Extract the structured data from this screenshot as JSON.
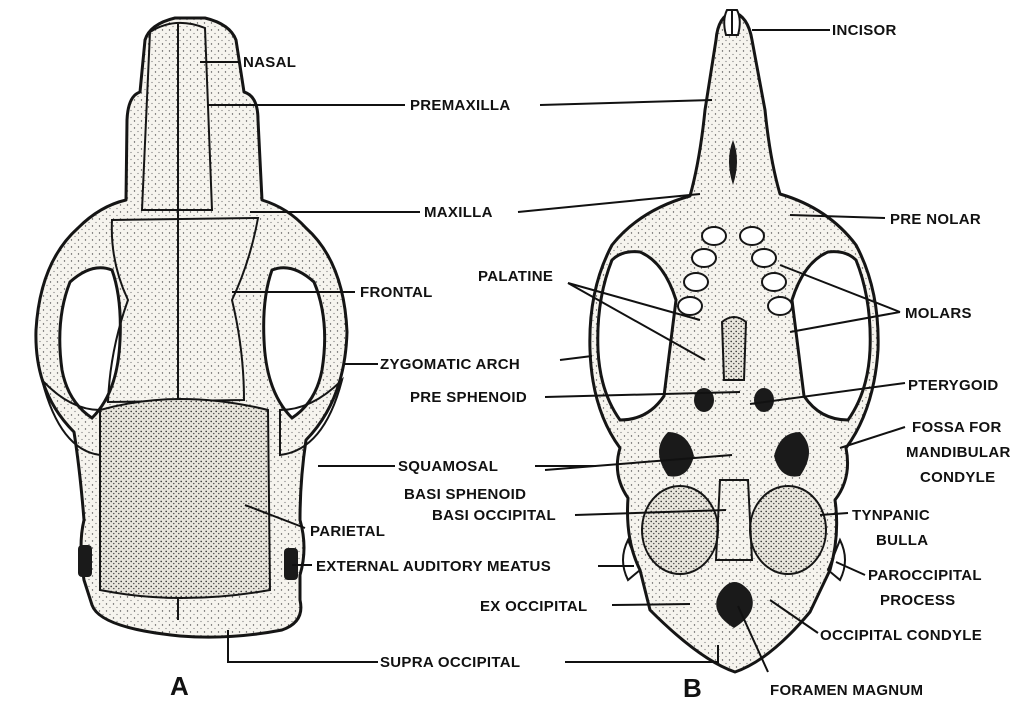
{
  "figure": {
    "panel_a": "A",
    "panel_b": "B",
    "labels": {
      "nasal": "NASAL",
      "premaxilla": "PREMAXILLA",
      "incisor": "INCISOR",
      "maxilla": "MAXILLA",
      "premolar": "PRE NOLAR",
      "palatine": "PALATINE",
      "frontal": "FRONTAL",
      "molars": "MOLARS",
      "zygomatic_arch": "ZYGOMATIC ARCH",
      "pre_sphenoid": "PRE SPHENOID",
      "pterygoid": "PTERYGOID",
      "fossa_line1": "FOSSA FOR",
      "fossa_line2": "MANDIBULAR",
      "fossa_line3": "CONDYLE",
      "squamosal": "SQUAMOSAL",
      "basi_sphenoid": "BASI SPHENOID",
      "basi_occipital": "BASI OCCIPITAL",
      "tympanic_line1": "TYNPANIC",
      "tympanic_line2": "BULLA",
      "parietal": "PARIETAL",
      "external_auditory_meatus": "EXTERNAL AUDITORY MEATUS",
      "paroccipital_line1": "PAROCCIPITAL",
      "paroccipital_line2": "PROCESS",
      "ex_occipital": "EX OCCIPITAL",
      "occipital_condyle": "OCCIPITAL CONDYLE",
      "supra_occipital": "SUPRA OCCIPITAL",
      "foramen_magnum": "FORAMEN MAGNUM"
    }
  }
}
